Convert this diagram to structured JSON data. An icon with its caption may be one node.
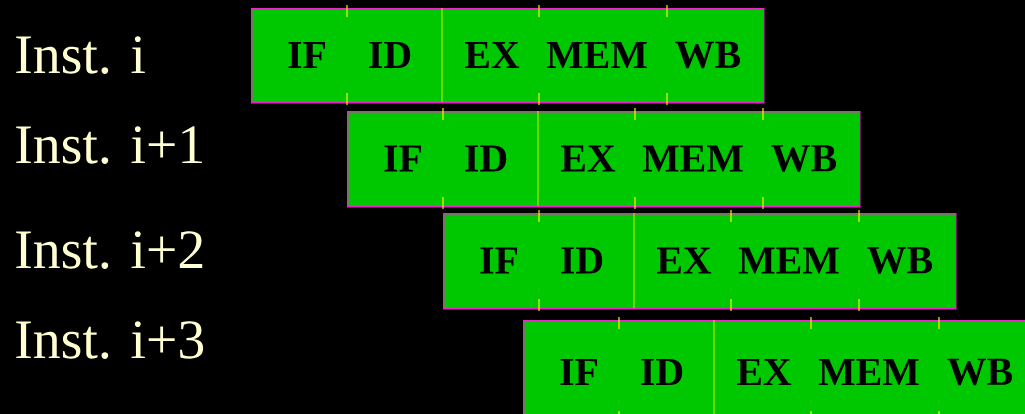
{
  "diagram": {
    "nodes": [
      {
        "text": [
          "IF",
          "ID",
          "EX",
          "MEM",
          "WB"
        ]
      },
      {
        "text": [
          "IF",
          "ID",
          "EX",
          "MEM",
          "WB"
        ]
      },
      {
        "text": [
          "IF",
          "ID",
          "EX",
          "MEM",
          "WB"
        ]
      },
      {
        "text": [
          "IF",
          "ID",
          "EX",
          "MEM",
          "WB"
        ]
      }
    ],
    "labels": [
      "Inst. i",
      "Inst. i+1",
      "Inst. i+2",
      "Inst. i+3"
    ]
  }
}
